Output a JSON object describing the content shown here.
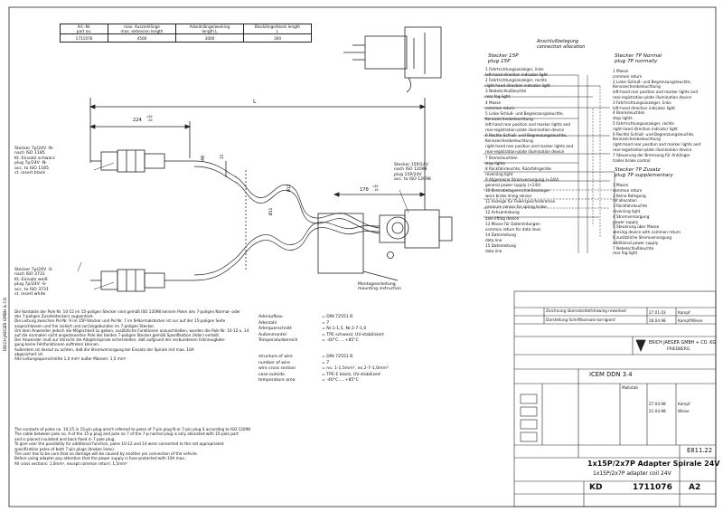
{
  "spec_table": {
    "headers": [
      "Art.-Nr.\npart no.",
      "max. Ausziehlänge\nmax. extension length",
      "Arbeitslänge/working\nlength  L",
      "Blocklänge/block length\nL"
    ],
    "row": [
      "1711076",
      "4500",
      "3000",
      "300"
    ]
  },
  "dimensions": {
    "total": "L",
    "left_plug": "224",
    "left_plug_tol": "+30\n-10",
    "offset": "40",
    "right": "170",
    "right_tol": "+30\n-10",
    "pitch": "Ø11",
    "coil": "Ø11",
    "d15": "15"
  },
  "left_plugs": {
    "plug_n": [
      "Stecker 7p/24V -N-",
      "nach ISO 1185",
      "Kt.-Einsatz schwarz",
      "plug 7p/24V -N-",
      "acc. to ISO 1185",
      "ct. insert black"
    ],
    "plug_s": [
      "Stecker 7p/24V -S-",
      "nach ISO 3731",
      "Kt.-Einsatz weiß",
      "plug 7p/24V -S-",
      "acc. to ISO 3731",
      "ct. insert white"
    ]
  },
  "right_plug": [
    "Stecker 15P/24V",
    "nach ISO 12098",
    "plug 15P/24V",
    "acc. to ISO 12098"
  ],
  "mounting": [
    "Montageanleitung",
    "mounting instruction"
  ],
  "connection": {
    "title_de": "Anschlußbelegung",
    "title_en": "connection allocation",
    "p15_de": "Stecker 15P",
    "p15_en": "plug   15P",
    "p15_items": [
      "1  Fahrtrichtungsanzeiger, links",
      "    left-hand direction indicator light",
      "2  Fahrtrichtungsanzeiger, rechts",
      "    right-hand direction indicator light",
      "3  Nebelschlußleuchte",
      "    rear fog light",
      "4  Masse",
      "    common return",
      "5  Linke Schluß- und Begrenzungsleuchte,",
      "    Kennzeichenbeleuchtung",
      "    left-hand rear position and marker lights and",
      "    rear-registration-plate illumination device",
      "6  Rechte Schluß- und Begrenzungsleuchte,",
      "    Kennzeichenbeleuchtung",
      "    right-hand rear position and marker lights and",
      "    rear-registration-plate illumination device",
      "7  Bremsleuchten",
      "    stop lights",
      "8  Rückfahrleuchte, Rückfahrgeräte",
      "    reversing light",
      "9  Allgemeine Stromversorgung (+24V)",
      "    general power supply (+24V)",
      "10 Bremsbelagverschleißanzeiger",
      "    worn brake lining sensor",
      "11 Anzeige für Federspeicherbremse",
      "    pressure sensor for spring brake",
      "12 Achsanhebung",
      "    axle lifting device",
      "13 Masse für Datenleitungen",
      "    common return for data lines",
      "14 Datenleitung",
      "    data line",
      "15 Datenleitung",
      "    data line"
    ],
    "p7n_de": "Stecker 7P Normal",
    "p7n_en": "plug   7P normally",
    "p7n_items": [
      "1  Masse",
      "    common return",
      "2  Linke Schluß- und Begrenzungsleuchte,",
      "    Kennzeichenbeleuchtung",
      "    left-hand rear position and marker lights and",
      "    rear-registration-plate illumination device",
      "3  Fahrtrichtungsanzeiger, links",
      "    left-hand direction indicator light",
      "4  Bremsleuchten",
      "    stop lights",
      "5  Fahrtrichtungsanzeiger, rechts",
      "    right-hand direction indicator light",
      "6  Rechte Schluß- und Begrenzungsleuchte,",
      "    Kennzeichenbeleuchtung",
      "    right-hand rear position and marker lights and",
      "    rear-registration-plate illumination device",
      "7  Steuerung der Bremsung für Anhänger",
      "    trailer brake control"
    ],
    "p7s_de": "Stecker 7P Zusatz",
    "p7s_en": "plug   7P supplementary",
    "p7s_items": [
      "1  Masse",
      "    common return",
      "2  Keine Belegung",
      "    no allocation",
      "3  Rückfahrleuchte",
      "    reversing light",
      "4  Stromversorgung",
      "    power supply",
      "5  Steuerung über Masse",
      "    sensing device with common return",
      "6  zusätzliche Stromversorgung",
      "    additional power supply",
      "7  Nebelschlußleuchte",
      "    rear fog light"
    ]
  },
  "specs": {
    "de": [
      [
        "Aderaufbau",
        "= DIN 72551 B"
      ],
      [
        "Aderzahl",
        "= 7"
      ],
      [
        "Aderquerschnitt",
        "= Nr.1-1,5, Nr.2-7-1,0"
      ],
      [
        "Außenmantel",
        "= TPE  schwarz; UV-stabilisiert"
      ],
      [
        "Temperaturbereich",
        "= -40°C.....+85°C"
      ]
    ],
    "en": [
      [
        "structure of wire",
        "= DIN 72551 B"
      ],
      [
        "number of wire",
        "= 7"
      ],
      [
        "wire cross section",
        "= no. 1-1,5mm², no.2-7-1,0mm²"
      ],
      [
        "case outside",
        "= TPE-E  black, UV-stabilized"
      ],
      [
        "temperature area",
        "= -40°C.....+85°C"
      ]
    ]
  },
  "notes_de": [
    "Die Kontakte der Pole Nr. 10-15 im 15-poligen Stecker sind gemäß ISO 12098 keinem Polen des 7-poligen Normal- oder",
    "des 7-poligen Zusatzsteckers zugeordnet.",
    "",
    "Die Leitung zwischen Pol Nr. 9 im 15P-Stecker und Pol Nr. 7 im N-Normalstecker ist nur auf der 15-poligen Seite",
    "angeschlossen und frei isoliert und zurückgebunden im 7-poligen Stecker.",
    "",
    "Um dem Anwender jedoch die Möglichkeit zu geben, zusätzliche Funktionen anzuschließen, wurden die Pole Nr. 10-12 u. 14",
    "auf die normalen nicht angesteuerten Pole der beiden 7-poligen Stecker gemäß Spezifikation (Ader) verteilt.",
    "",
    "Der Anwender muß zur Vorsicht die Adapterspirale sicherstellen, daß aufgrund der verbundenen Fahrzeugbele-",
    "gung keine Fehlfunktionen auftreten können.",
    "",
    "Außerdem ist darauf zu achten, daß die Stromversorgung bei Einsatz der Spirale mit max. 10A",
    "abgesichert ist.",
    "",
    "Alle Leitungsquerschnitte 1,0 mm² außer Massen: 1,5 mm²"
  ],
  "notes_en": [
    "The contacts of poles no. 10-15 in 15-pin plug aren't referred to poles of 7-pin plug N or 7-pin plug S according to ISO 12098",
    "",
    "The cable between pole no. 9 of the 15-p plug and pole no 7 of the 7-p-normal plug is only allocated with 15-pole part",
    "and is placed insulated and back fixed in 7 pole plug.",
    "",
    "To give user the possibility for additional function, poles 10-12 and 14 were connected to the not appropriated",
    "specification poles of both 7-pin plugs (broken lines).",
    "",
    "The user has to be sure that no damage will be caused by another pin connection of the vehicle.",
    "",
    "Before using adapter pay attention that the power supply is fuse-protected with 10A max.",
    "",
    "All cross sections: 1,0mm², except common return: 1,5mm²"
  ],
  "side_stamp": "DEICH JAEGER GMBH & CO",
  "title_block": {
    "rev1": "Zeichnung überarbeitet/drawing reworked",
    "rev1_date": "27.01.03",
    "rev1_name": "Kampf",
    "rev2": "Darstellung Schriftkonsole korrigiert/",
    "rev2_date": "28.04.98",
    "rev2_name": "Kampf/Wiese",
    "company": "ERICH JAEGER GMBH + CO. KG",
    "city": "FRIEDBERG",
    "system": "ICEM DDN 3.4",
    "scale_label": "Maßstab",
    "date1": "27.04.98",
    "name1": "Kampf",
    "date2": "21.04.98",
    "name2": "Wiese",
    "title_de": "1x15P/2x7P Adapter Spirale 24V",
    "title_en": "1x15P/2x7P adapter coil 24V",
    "format": "KD",
    "drawing_no": "1711076",
    "sheet": "A2",
    "replaces": "E811.22"
  }
}
